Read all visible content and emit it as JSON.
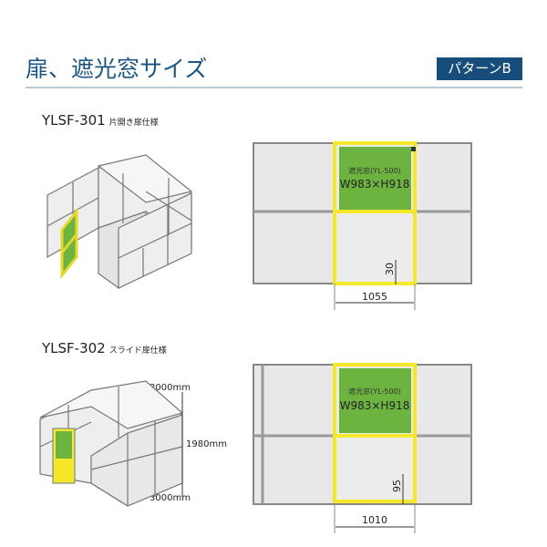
{
  "header": {
    "title": "扉、遮光窓サイズ",
    "badge": "パターンB"
  },
  "colors": {
    "title": "#1d5582",
    "badge": "#174d7a",
    "window": "#6cb33f",
    "frame_highlight": "#f5e72a"
  },
  "sections": [
    {
      "model": "YLSF-301",
      "type": "片開き扉仕様",
      "window_name": "遮光窓(YL-500)",
      "window_size": "W983×H918",
      "door_width": "1055",
      "gap": "30"
    },
    {
      "model": "YLSF-302",
      "type": "スライド扉仕様",
      "window_name": "遮光窓(YL-500)",
      "window_size": "W983×H918",
      "door_width": "1010",
      "gap": "95",
      "dims": {
        "width": "3000mm",
        "height": "1980mm",
        "depth": "3000mm"
      }
    }
  ]
}
